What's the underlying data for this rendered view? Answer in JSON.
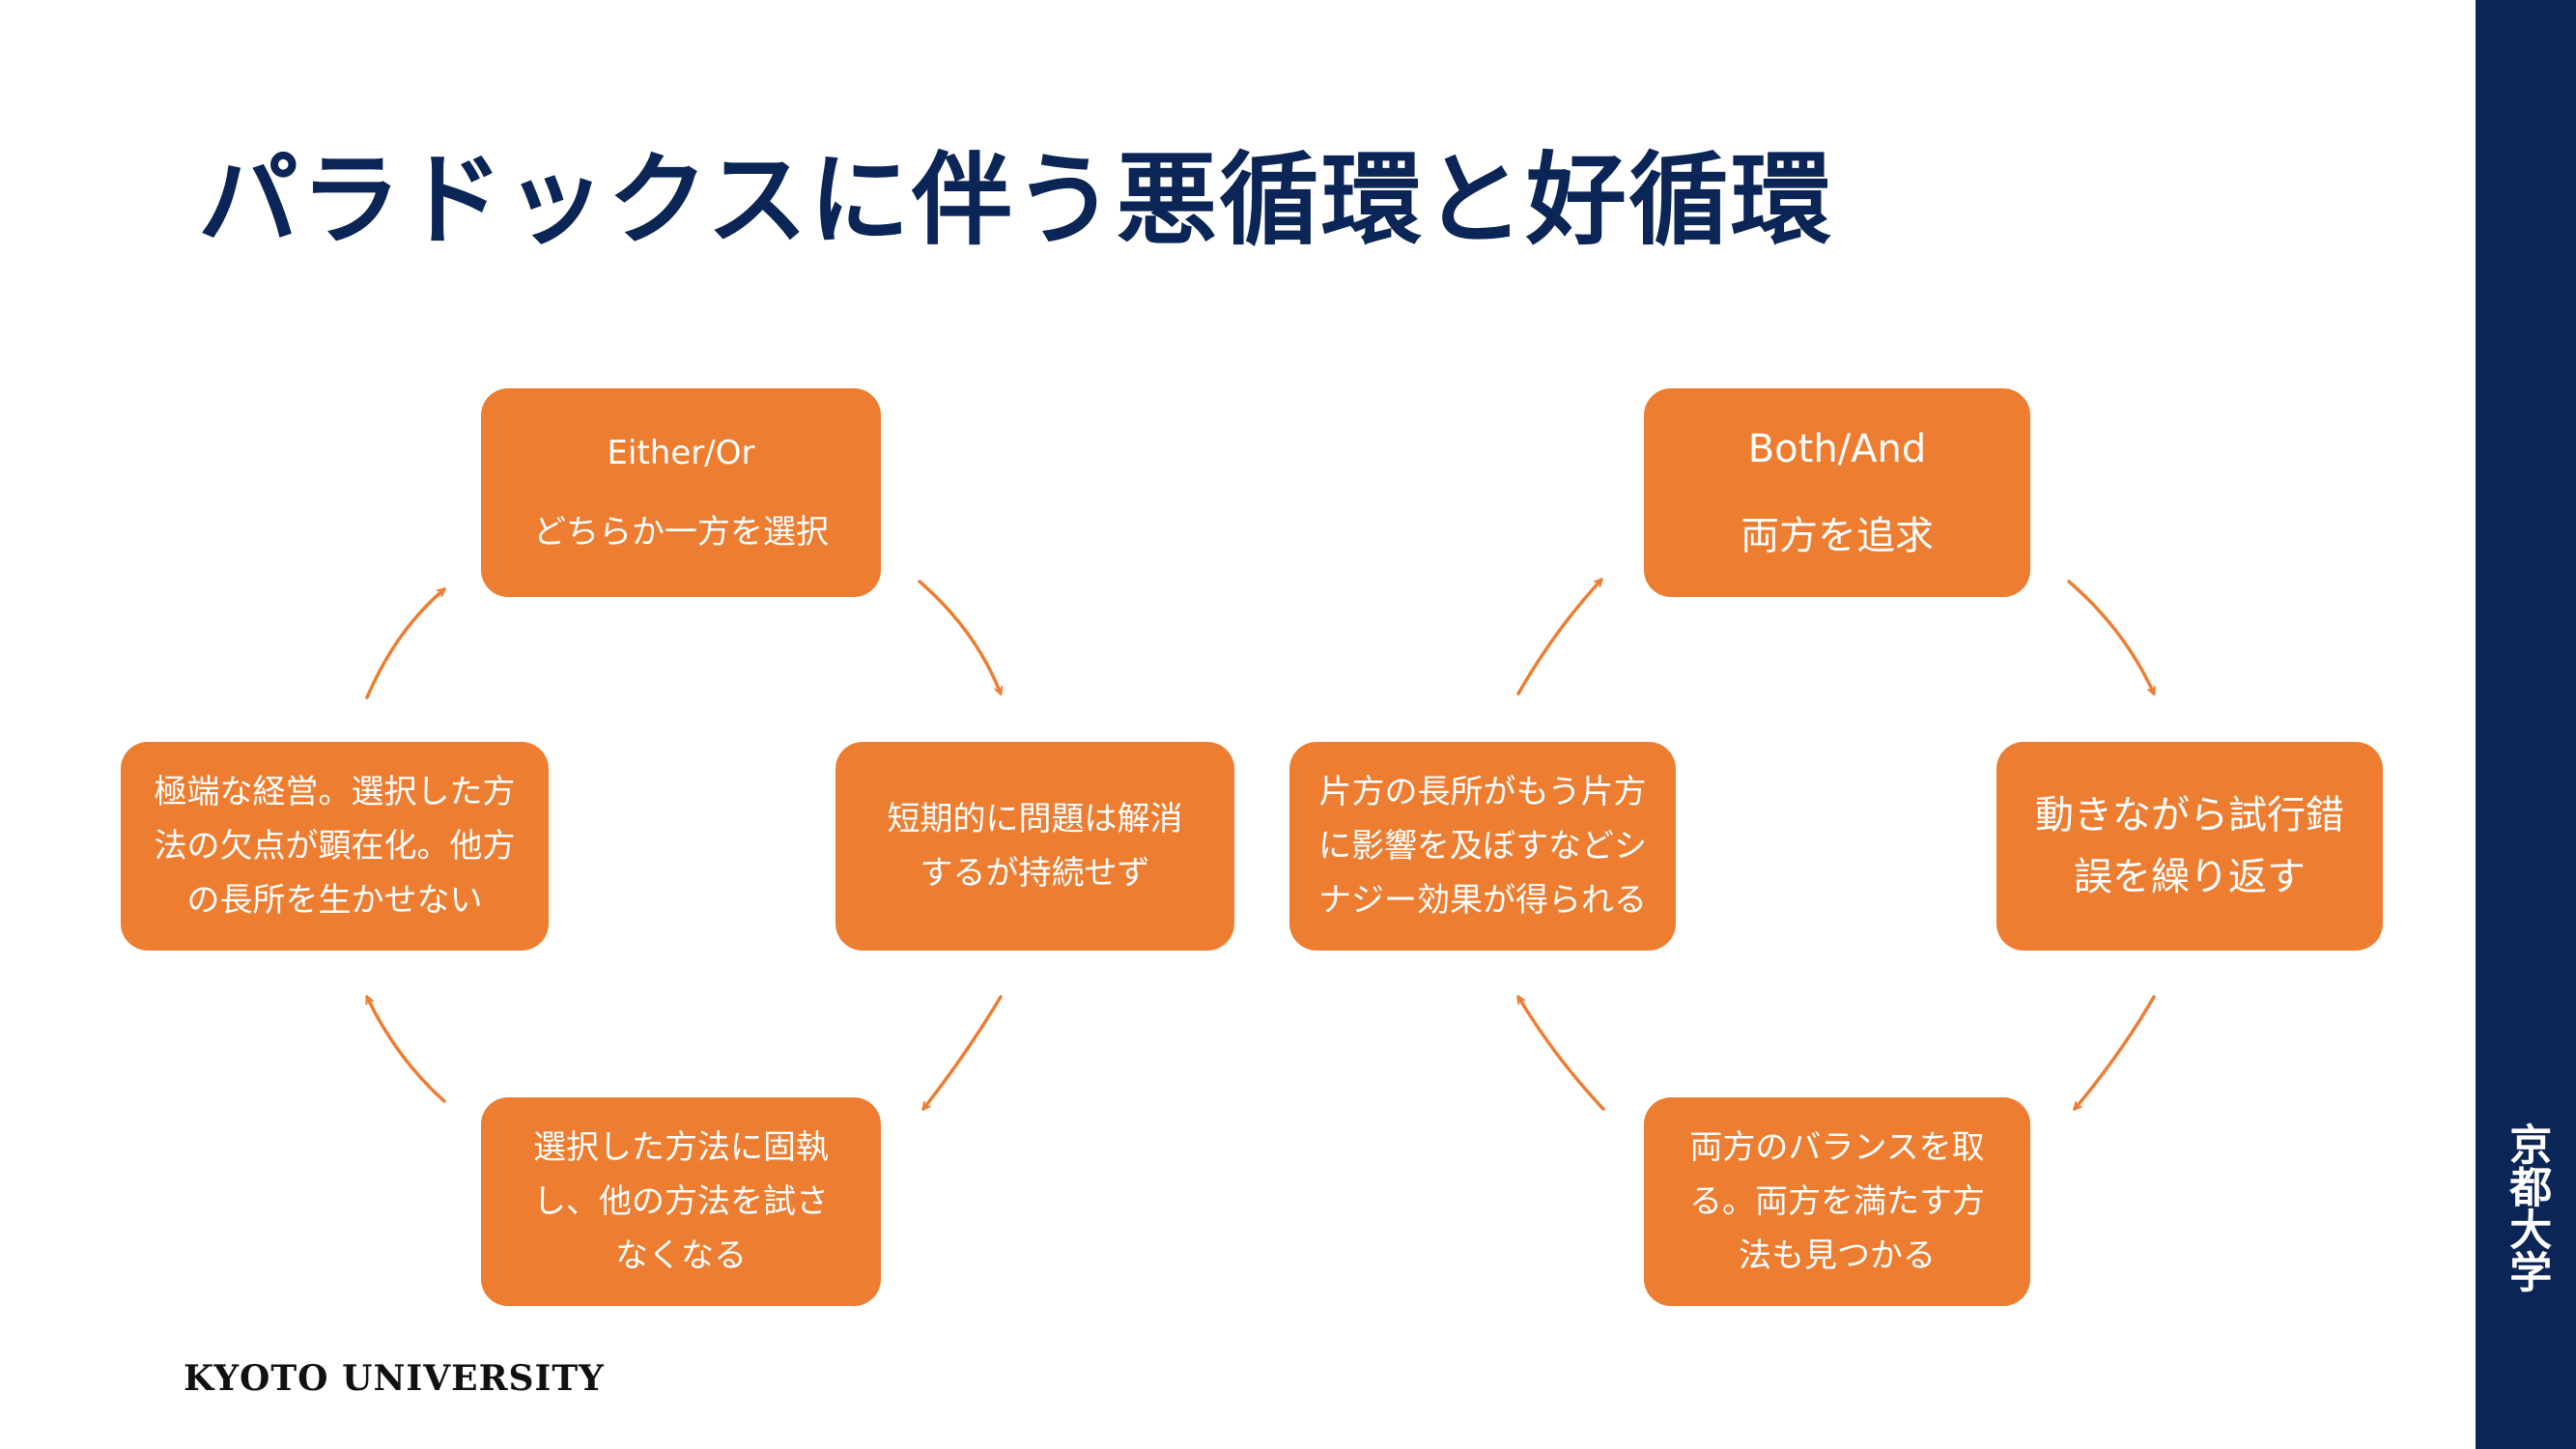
{
  "slide": {
    "title": "パラドックスに伴う悪循環と好循環",
    "footer_logo": "KYOTO UNIVERSITY",
    "side_logo": "京都大学"
  },
  "colors": {
    "box_fill": "#ed7d31",
    "arrow": "#ed7d31",
    "title": "#0b2556",
    "side_bar": "#0b2556"
  },
  "vicious_cycle": {
    "top": {
      "label": "Either/Or",
      "text": "どちらか一方を選択"
    },
    "right": {
      "text": "短期的に問題は解消\nするが持続せず"
    },
    "bottom": {
      "text": "選択した方法に固執\nし、他の方法を試さ\nなくなる"
    },
    "left": {
      "text": "極端な経営。選択した方\n法の欠点が顕在化。他方\nの長所を生かせない"
    }
  },
  "virtuous_cycle": {
    "top": {
      "label": "Both/And",
      "text": "両方を追求"
    },
    "right": {
      "text": "動きながら試行錯\n誤を繰り返す"
    },
    "bottom": {
      "text": "両方のバランスを取\nる。両方を満たす方\n法も見つかる"
    },
    "left": {
      "text": "片方の長所がもう片方\nに影響を及ぼすなどシ\nナジー効果が得られる"
    }
  }
}
